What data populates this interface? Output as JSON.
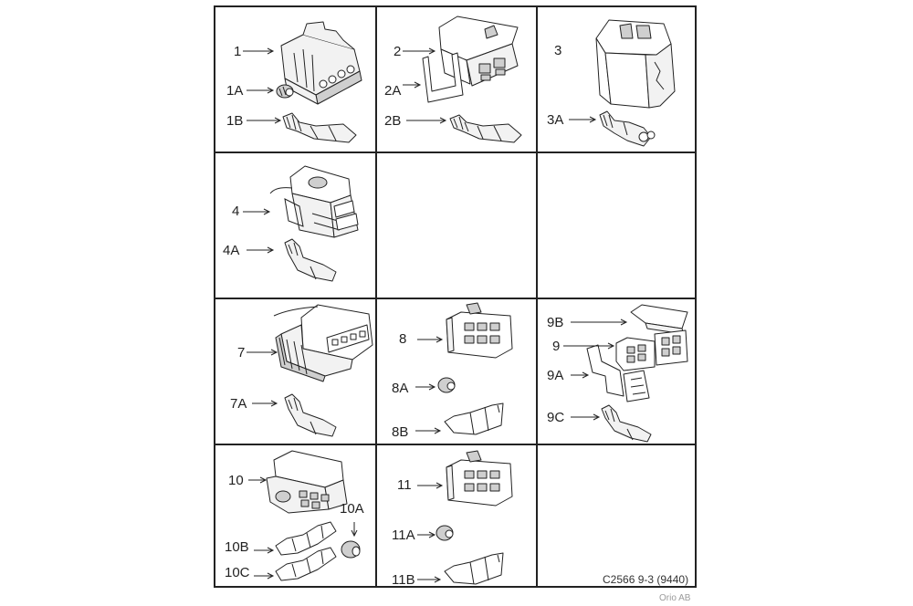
{
  "labels": {
    "l1": "1",
    "l1A": "1A",
    "l1B": "1B",
    "l2": "2",
    "l2A": "2A",
    "l2B": "2B",
    "l3": "3",
    "l3A": "3A",
    "l4": "4",
    "l4A": "4A",
    "l7": "7",
    "l7A": "7A",
    "l8": "8",
    "l8A": "8A",
    "l8B": "8B",
    "l9B": "9B",
    "l9": "9",
    "l9A": "9A",
    "l9C": "9C",
    "l10": "10",
    "l10A": "10A",
    "l10B": "10B",
    "l10C": "10C",
    "l11": "11",
    "l11A": "11A",
    "l11B": "11B"
  },
  "footer": {
    "code": "C2566 9-3 (9440)",
    "copyright": "Orio AB"
  }
}
